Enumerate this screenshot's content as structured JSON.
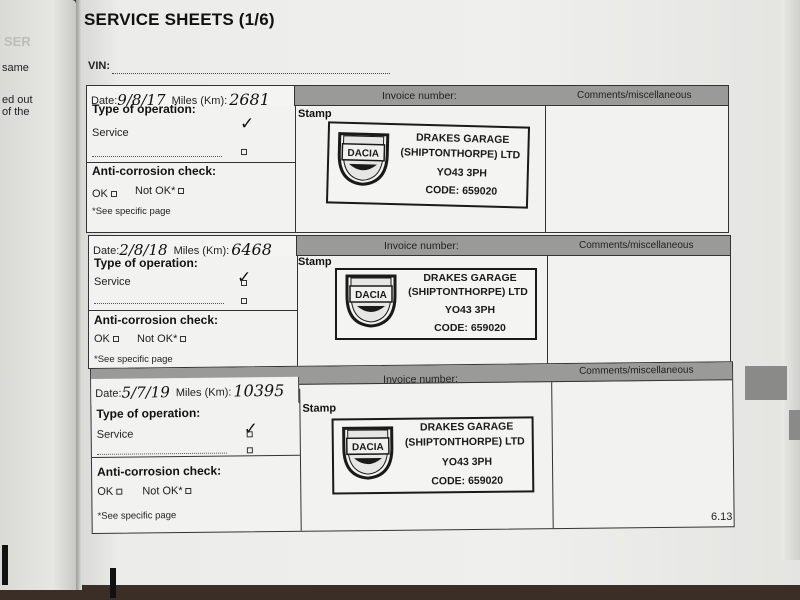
{
  "page": {
    "title": "SERVICE SHEETS (1/6)",
    "vin_label": "VIN:",
    "page_number": "6.13"
  },
  "left_page": {
    "fragments": [
      "same",
      "ed out",
      "of the"
    ]
  },
  "labels": {
    "date": "Date:",
    "miles": "Miles (Km):",
    "invoice": "Invoice number:",
    "comments": "Comments/miscellaneous",
    "type_of_operation": "Type of operation:",
    "service": "Service",
    "anti_corrosion": "Anti-corrosion check:",
    "ok": "OK",
    "not_ok": "Not OK*",
    "see_page": "*See specific page",
    "stamp": "Stamp"
  },
  "stamp": {
    "brand": "DACIA",
    "line1": "DRAKES GARAGE",
    "line2": "(SHIPTONTHORPE) LTD",
    "line3": "YO43 3PH",
    "line4": "CODE: 659020"
  },
  "records": [
    {
      "date": "9/8/17",
      "miles": "2681",
      "service_checked": true
    },
    {
      "date": "2/8/18",
      "miles": "6468",
      "service_checked": true
    },
    {
      "date": "5/7/19",
      "miles": "10395",
      "service_checked": true
    }
  ]
}
